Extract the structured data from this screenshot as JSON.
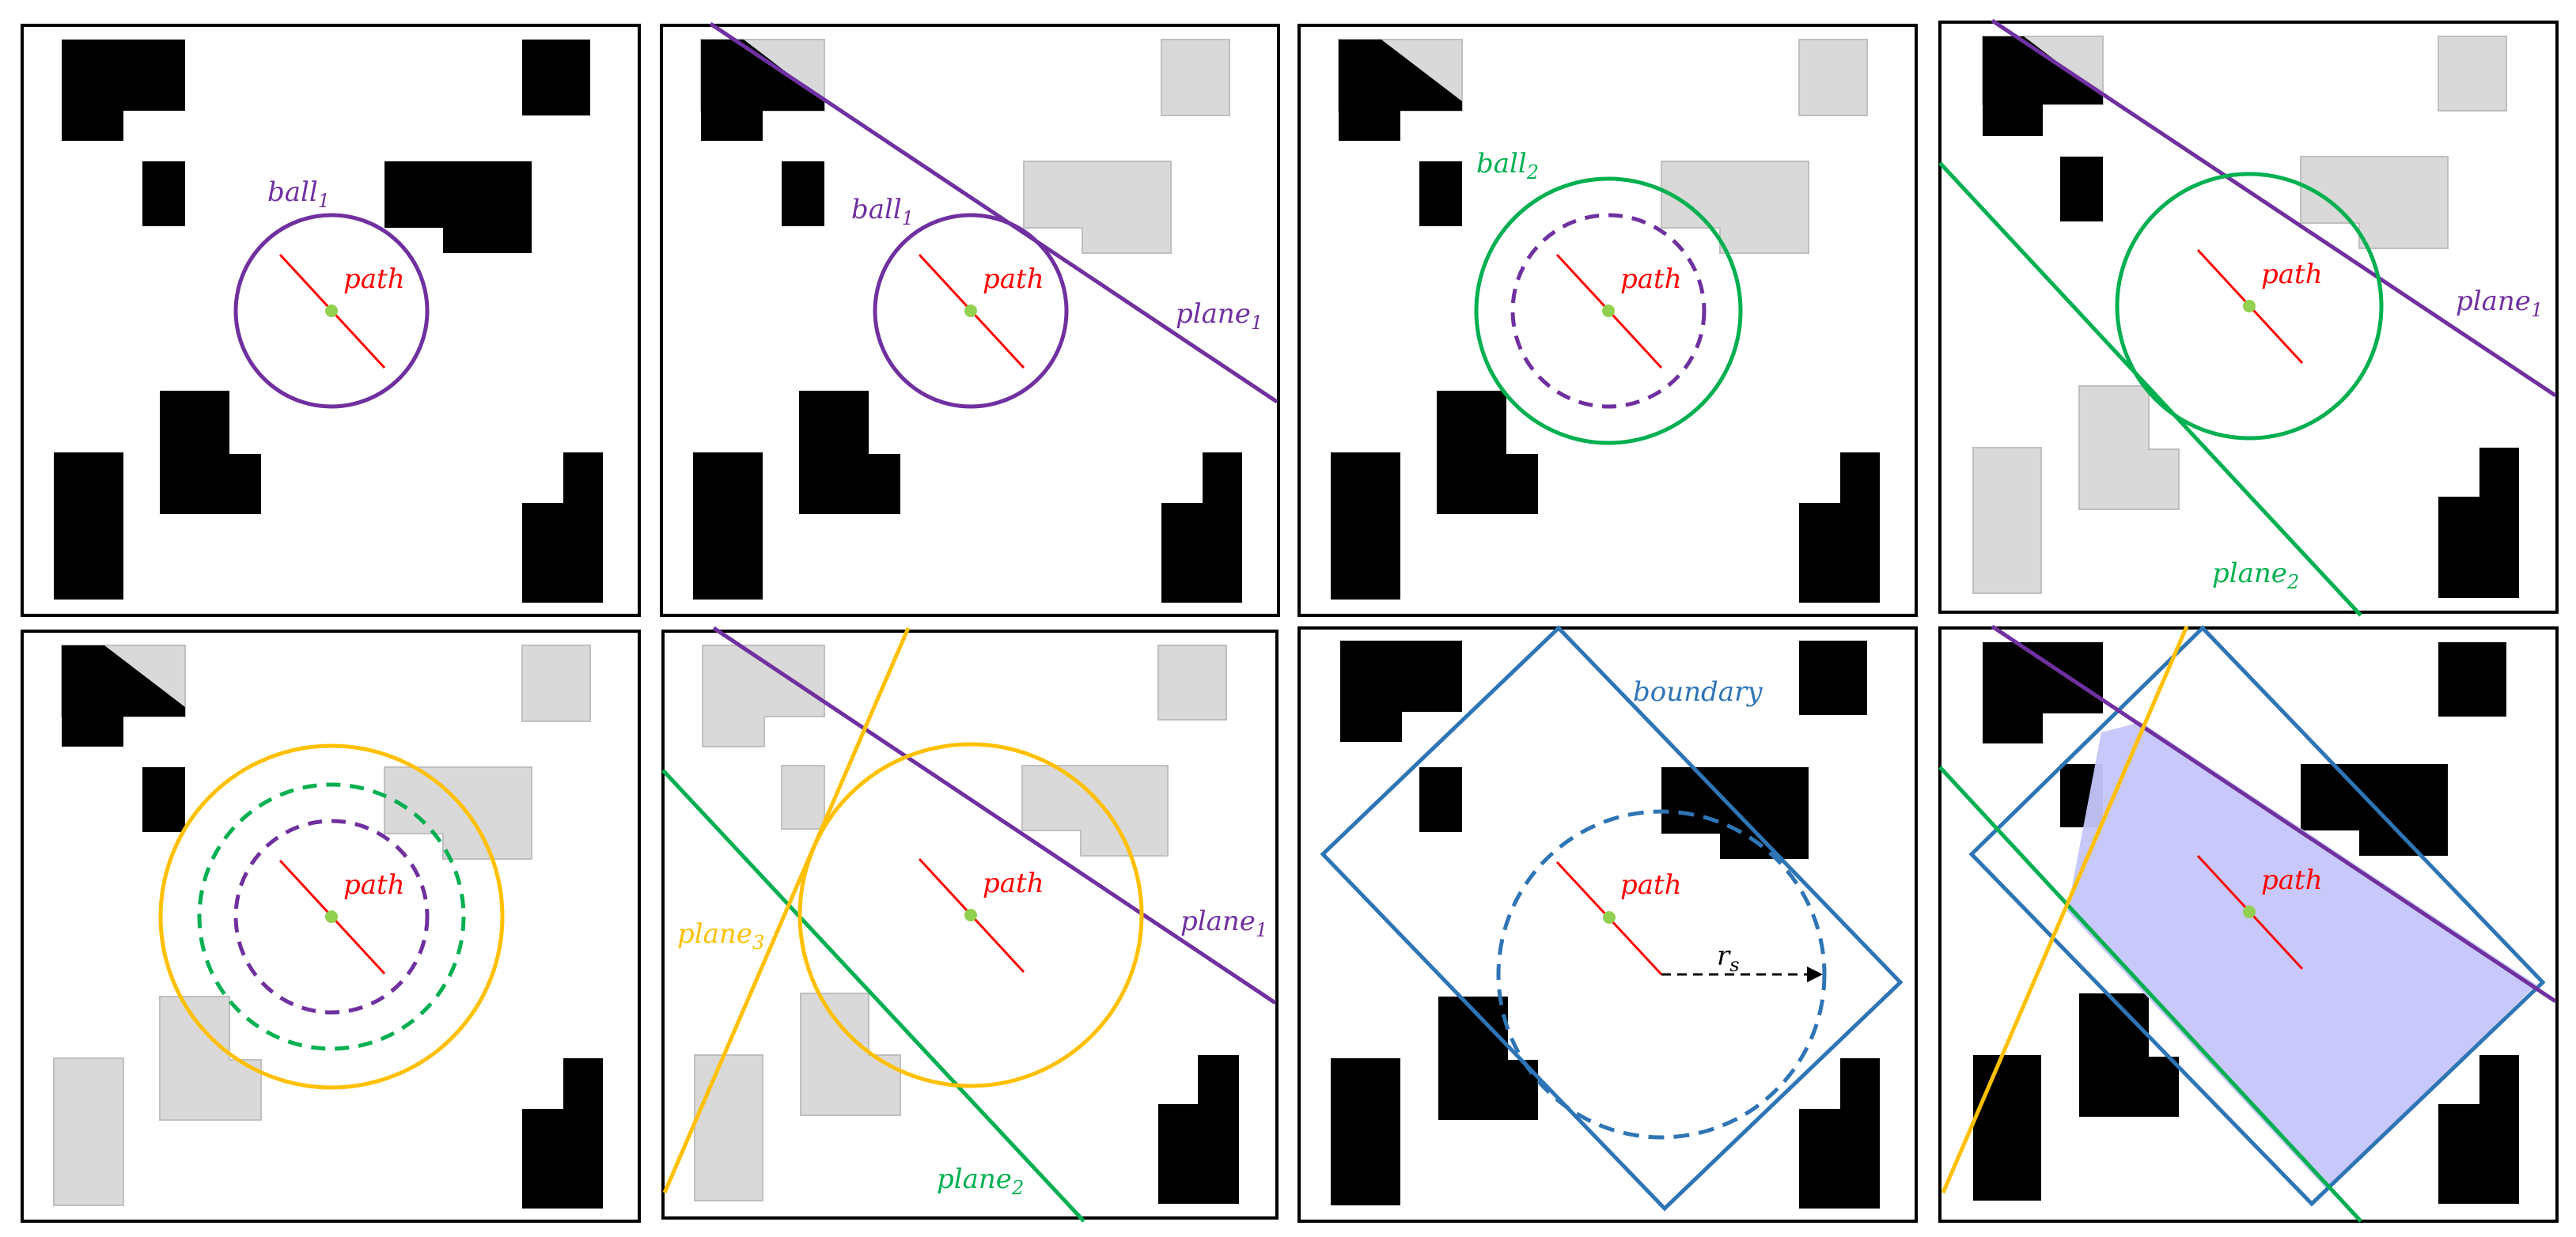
{
  "colors": {
    "frame": "#000000",
    "obstacle": "#000000",
    "obstacle_cleared": "#d9d9d9",
    "path": "#ff0000",
    "point": "#92d050",
    "ball1": "#7030a0",
    "ball2": "#00b050",
    "ball3": "#ffc000",
    "boundary": "#2e75b6",
    "region": "#c5c5fa"
  },
  "labels": {
    "path": "path",
    "ball_base": "ball",
    "ball1_sub": "1",
    "ball2_sub": "2",
    "plane_base": "plane",
    "plane1_sub": "1",
    "plane2_sub": "2",
    "plane3_sub": "3",
    "boundary": "boundary",
    "radius_base": "r",
    "radius_sub": "s"
  }
}
